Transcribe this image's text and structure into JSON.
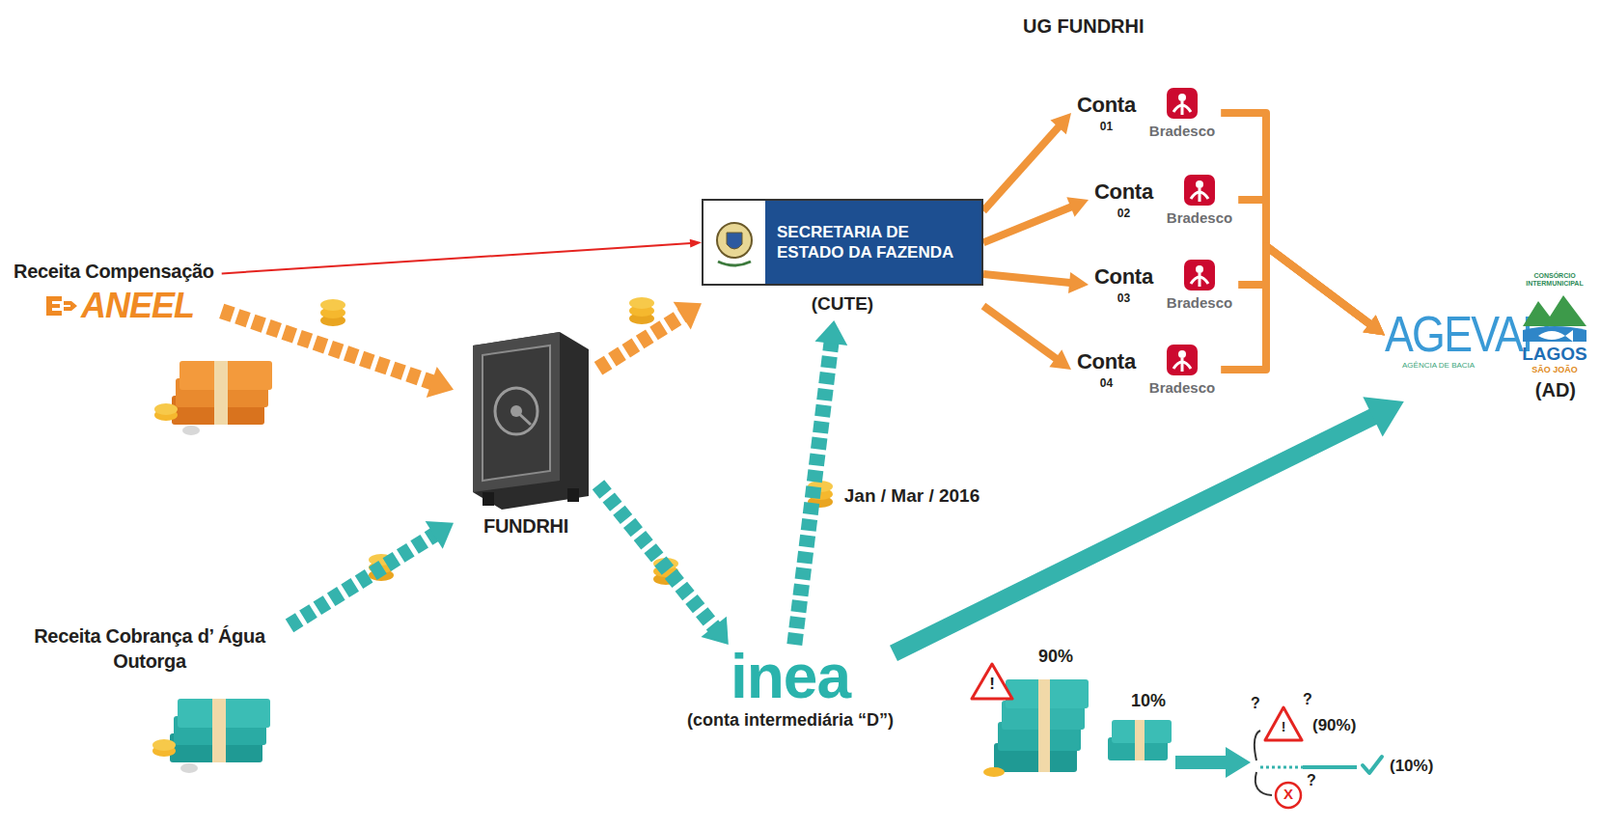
{
  "diagram": {
    "nodes": [
      {
        "text": [
          "Receita Compensação",
          "ANEEL"
        ]
      },
      {
        "text": [
          "FUNDRHI"
        ]
      },
      {
        "text": [
          "Receita Cobrança d’ Água Outorga"
        ]
      },
      {
        "text": [
          "SECRETARIA DE ESTADO DA FAZENDA",
          "(CUTE)"
        ]
      },
      {
        "text": [
          "Conta",
          "01",
          "Bradesco"
        ]
      },
      {
        "text": [
          "Conta",
          "02",
          "Bradesco"
        ]
      },
      {
        "text": [
          "Conta",
          "03",
          "Bradesco"
        ]
      },
      {
        "text": [
          "Conta",
          "04",
          "Bradesco"
        ]
      },
      {
        "text": [
          "inea",
          "(conta intermediária “D”)"
        ]
      },
      {
        "text": [
          "AGEVAP",
          "AGÊNCIA DE BACIA",
          "(AD)"
        ]
      },
      {
        "text": [
          "CONSÓRCIO INTERMUNICIPAL",
          "LAGOS",
          "SÃO JOÃO"
        ]
      }
    ],
    "edges": [
      {
        "from": 0,
        "to": 1,
        "arrow": "to"
      },
      {
        "from": 0,
        "to": 3,
        "arrow": "to"
      },
      {
        "from": 2,
        "to": 1,
        "arrow": "to"
      },
      {
        "from": 1,
        "to": 3,
        "arrow": "to"
      },
      {
        "from": 1,
        "to": 8,
        "arrow": "to"
      },
      {
        "from": 8,
        "to": 3,
        "label": "Jan / Mar / 2016",
        "arrow": "to"
      },
      {
        "from": 3,
        "to": 4,
        "arrow": "to"
      },
      {
        "from": 3,
        "to": 5,
        "arrow": "to"
      },
      {
        "from": 3,
        "to": 6,
        "arrow": "to"
      },
      {
        "from": 3,
        "to": 7,
        "arrow": "to"
      },
      {
        "from": 4,
        "to": 9,
        "arrow": "to"
      },
      {
        "from": 5,
        "to": 9,
        "arrow": "to"
      },
      {
        "from": 6,
        "to": 9,
        "arrow": "to"
      },
      {
        "from": 7,
        "to": 9,
        "arrow": "to"
      },
      {
        "from": 8,
        "to": 9,
        "arrow": "to"
      }
    ],
    "labels": [
      "UG FUNDRHI",
      "!",
      "90%",
      "10%",
      "?",
      "!",
      "?",
      "(90%)",
      "(10%)",
      "X",
      "?"
    ]
  }
}
